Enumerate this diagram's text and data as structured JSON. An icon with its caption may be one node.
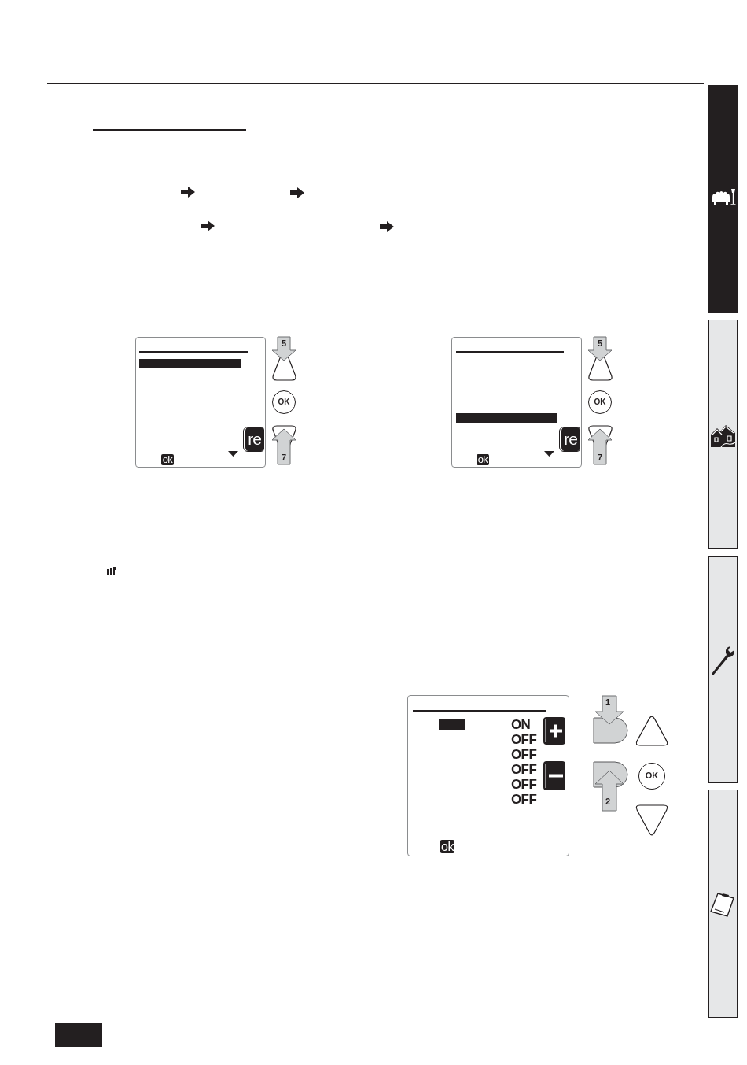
{
  "diagram": {
    "labels": [
      "re",
      "ok",
      "5",
      "OK",
      "7",
      "re",
      "ok",
      "5",
      "OK",
      "7",
      "ON",
      "OFF",
      "OFF",
      "OFF",
      "OFF",
      "OFF",
      "ok",
      "1",
      "OK",
      "2"
    ]
  }
}
